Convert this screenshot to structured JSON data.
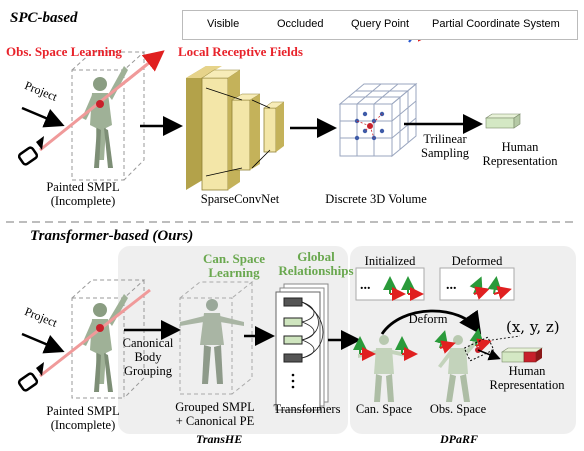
{
  "spc": {
    "title": "SPC-based",
    "obs_space_learning": "Obs.  Space Learning",
    "local_receptive_fields": "Local Receptive Fields",
    "project": "Project",
    "painted_smpl": "Painted SMPL",
    "incomplete": "(Incomplete)",
    "sparseconvnet": "SparseConvNet",
    "discrete_volume": "Discrete 3D Volume",
    "trilinear": "Trilinear",
    "sampling": "Sampling",
    "human": "Human",
    "representation": "Representation"
  },
  "legend": {
    "visible": "Visible",
    "occluded": "Occluded",
    "query_point": "Query Point",
    "partial_coord": "Partial Coordinate System",
    "colors": {
      "visible": "#d4e8c4",
      "occluded": "#555555",
      "query": "#c8202a"
    }
  },
  "transformer": {
    "title": "Transformer-based (Ours)",
    "can_space_learning_1": "Can.  Space",
    "can_space_learning_2": "Learning",
    "global_1": "Global",
    "global_2": "Relationships",
    "initialized": "Initialized",
    "deformed": "Deformed",
    "deform": "Deform",
    "xyz": "(x, y, z)",
    "project": "Project",
    "painted_smpl": "Painted SMPL",
    "incomplete": "(Incomplete)",
    "canonical": "Canonical",
    "body": "Body",
    "grouping": "Grouping",
    "grouped_smpl": "Grouped SMPL",
    "canonical_pe": "+ Canonical PE",
    "transhe": "TransHE",
    "transformers": "Transformers",
    "can_space": "Can. Space",
    "obs_space": "Obs. Space",
    "human": "Human",
    "representation": "Representation",
    "dparf": "DPaRF",
    "ellipsis": "..."
  }
}
